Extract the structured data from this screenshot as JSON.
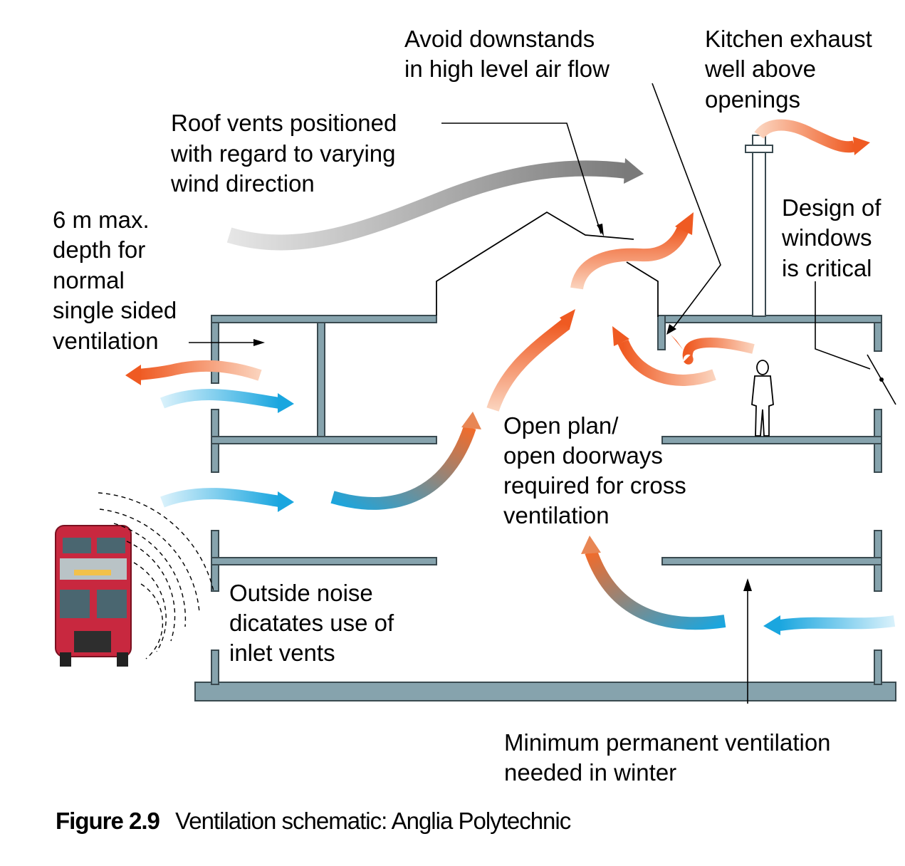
{
  "labels": {
    "downstands": [
      "Avoid downstands",
      "in high level air flow"
    ],
    "kitchen": [
      "Kitchen exhaust",
      "well above",
      "openings"
    ],
    "roof_vents": [
      "Roof vents positioned",
      "with regard to varying",
      "wind direction"
    ],
    "depth": [
      "6 m max.",
      "depth for",
      "normal",
      "single sided",
      "ventilation"
    ],
    "windows": [
      "Design of",
      "windows",
      "is critical"
    ],
    "open_plan": [
      "Open plan/",
      "open doorways",
      "required for cross",
      "ventilation"
    ],
    "noise": [
      "Outside noise",
      "dicatates use of",
      "inlet vents"
    ],
    "winter": [
      "Minimum permanent ventilation",
      "needed in winter"
    ]
  },
  "caption": {
    "number": "Figure 2.9",
    "text": "Ventilation schematic:  Anglia Polytechnic"
  },
  "colors": {
    "warm_air": "#f26b2a",
    "cool_air": "#1fa9e1",
    "wind": "#8c8c8c",
    "structure": "#86a3ad",
    "bus": "#c8283f"
  }
}
